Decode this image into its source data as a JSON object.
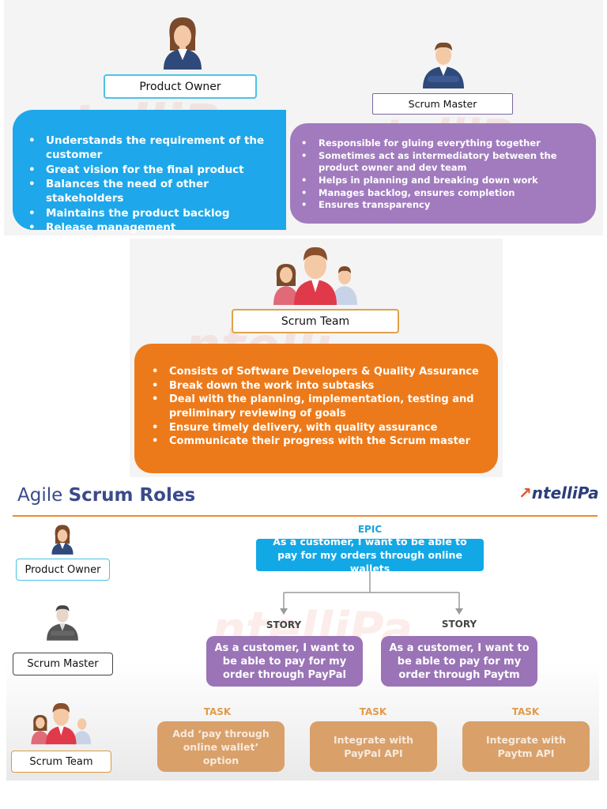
{
  "product_owner": {
    "label": "Product Owner",
    "bullets": [
      "Understands the requirement of the customer",
      "Great vision for the final product",
      "Balances the need of other stakeholders",
      "Maintains the product backlog",
      "Release management"
    ]
  },
  "scrum_master": {
    "label": "Scrum Master",
    "bullets": [
      "Responsible for gluing everything together",
      "Sometimes act as intermediatory between the product owner and dev team",
      "Helps in planning and breaking down work",
      "Manages backlog, ensures completion",
      "Ensures transparency"
    ]
  },
  "scrum_team": {
    "label": "Scrum Team",
    "bullets": [
      "Consists of Software Developers & Quality Assurance",
      "Break down the work into subtasks",
      "Deal with the planning, implementation, testing and preliminary reviewing of goals",
      "Ensure timely delivery, with quality assurance",
      "Communicate their progress with the Scrum master"
    ]
  },
  "slide": {
    "title_part1": "Agile ",
    "title_part2": "Scrum Roles",
    "logo_text": "ntelliPa",
    "roles": [
      "Product Owner",
      "Scrum Master",
      "Scrum Team"
    ],
    "epic_heading": "EPIC",
    "epic_text": "As a customer, I want to be able to pay for my orders through online wallets",
    "story_heading": "STORY",
    "stories": [
      "As a customer, I want to be able to pay for my order through PayPal",
      "As a customer, I want to be able to pay for my order through Paytm"
    ],
    "task_heading": "TASK",
    "tasks": [
      "Add ‘pay through online wallet’ option",
      "Integrate with PayPal API",
      "Integrate with Paytm API"
    ]
  },
  "colors": {
    "product_owner_box": "#1ea7ea",
    "scrum_master_box": "#a17bbe",
    "scrum_team_box": "#ed7a1a",
    "epic_box": "#12a8e6",
    "story_box": "#9a74b6",
    "task_box": "#d9a06a"
  }
}
